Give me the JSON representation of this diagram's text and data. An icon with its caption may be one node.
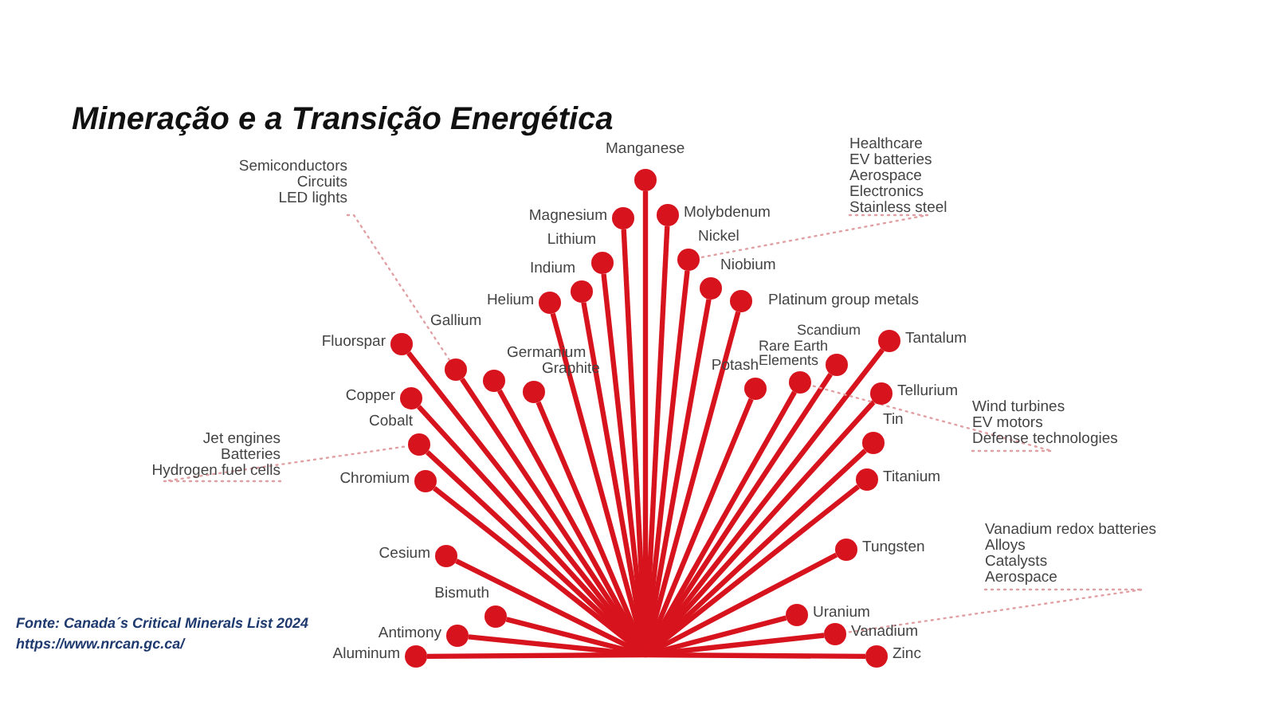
{
  "diagram": {
    "title": "Mineração e a Transição Energética",
    "nodes": [
      {
        "text": [],
        "shape": "circle",
        "beside": [
          "Manganese"
        ]
      },
      {
        "text": [],
        "shape": "circle",
        "beside": [
          "Magnesium"
        ]
      },
      {
        "text": [],
        "shape": "circle",
        "beside": [
          "Molybdenum"
        ]
      },
      {
        "text": [],
        "shape": "circle",
        "beside": [
          "Lithium"
        ]
      },
      {
        "text": [],
        "shape": "circle",
        "beside": [
          "Nickel"
        ]
      },
      {
        "text": [],
        "shape": "circle",
        "beside": [
          "Indium"
        ]
      },
      {
        "text": [],
        "shape": "circle",
        "beside": [
          "Niobium"
        ]
      },
      {
        "text": [],
        "shape": "circle",
        "beside": [
          "Helium"
        ]
      },
      {
        "text": [],
        "shape": "circle",
        "beside": [
          "Platinum group metals"
        ]
      },
      {
        "text": [],
        "shape": "circle",
        "beside": [
          "Fluorspar"
        ]
      },
      {
        "text": [],
        "shape": "circle",
        "beside": [
          "Gallium"
        ]
      },
      {
        "text": [],
        "shape": "circle",
        "beside": [
          "Germanium"
        ]
      },
      {
        "text": [],
        "shape": "circle",
        "beside": [
          "Graphite"
        ]
      },
      {
        "text": [],
        "shape": "circle",
        "beside": [
          "Potash"
        ]
      },
      {
        "text": [],
        "shape": "circle",
        "beside": [
          "Rare Earth Elements"
        ]
      },
      {
        "text": [],
        "shape": "circle",
        "beside": [
          "Scandium"
        ]
      },
      {
        "text": [],
        "shape": "circle",
        "beside": [
          "Tantalum"
        ]
      },
      {
        "text": [],
        "shape": "circle",
        "beside": [
          "Copper"
        ]
      },
      {
        "text": [],
        "shape": "circle",
        "beside": [
          "Tellurium"
        ]
      },
      {
        "text": [],
        "shape": "circle",
        "beside": [
          "Cobalt"
        ]
      },
      {
        "text": [],
        "shape": "circle",
        "beside": [
          "Tin"
        ]
      },
      {
        "text": [],
        "shape": "circle",
        "beside": [
          "Chromium"
        ]
      },
      {
        "text": [],
        "shape": "circle",
        "beside": [
          "Titanium"
        ]
      },
      {
        "text": [],
        "shape": "circle",
        "beside": [
          "Cesium"
        ]
      },
      {
        "text": [],
        "shape": "circle",
        "beside": [
          "Tungsten"
        ]
      },
      {
        "text": [],
        "shape": "circle",
        "beside": [
          "Bismuth"
        ]
      },
      {
        "text": [],
        "shape": "circle",
        "beside": [
          "Uranium"
        ]
      },
      {
        "text": [],
        "shape": "circle",
        "beside": [
          "Antimony"
        ]
      },
      {
        "text": [],
        "shape": "circle",
        "beside": [
          "Vanadium"
        ]
      },
      {
        "text": [],
        "shape": "circle",
        "beside": [
          "Aluminum"
        ]
      },
      {
        "text": [],
        "shape": "circle",
        "beside": [
          "Zinc"
        ]
      },
      {
        "text": [
          "Semiconductors",
          "Circuits",
          "LED lights"
        ]
      },
      {
        "text": [
          "Healthcare",
          "EV batteries",
          "Aerospace",
          "Electronics",
          "Stainless steel"
        ]
      },
      {
        "text": [
          "Jet engines",
          "Batteries",
          "Hydrogen fuel cells"
        ]
      },
      {
        "text": [
          "Wind turbines",
          "EV motors",
          "Defense technologies"
        ]
      },
      {
        "text": [
          "Vanadium redox batteries",
          "Alloys",
          "Catalysts",
          "Aerospace"
        ]
      }
    ],
    "edges": [
      {
        "from": null,
        "to": 0,
        "arrow": "none"
      },
      {
        "from": null,
        "to": 1,
        "arrow": "none"
      },
      {
        "from": null,
        "to": 2,
        "arrow": "none"
      },
      {
        "from": null,
        "to": 3,
        "arrow": "none"
      },
      {
        "from": null,
        "to": 4,
        "arrow": "none"
      },
      {
        "from": null,
        "to": 5,
        "arrow": "none"
      },
      {
        "from": null,
        "to": 6,
        "arrow": "none"
      },
      {
        "from": null,
        "to": 7,
        "arrow": "none"
      },
      {
        "from": null,
        "to": 8,
        "arrow": "none"
      },
      {
        "from": null,
        "to": 9,
        "arrow": "none"
      },
      {
        "from": null,
        "to": 10,
        "arrow": "none"
      },
      {
        "from": null,
        "to": 11,
        "arrow": "none"
      },
      {
        "from": null,
        "to": 12,
        "arrow": "none"
      },
      {
        "from": null,
        "to": 13,
        "arrow": "none"
      },
      {
        "from": null,
        "to": 14,
        "arrow": "none"
      },
      {
        "from": null,
        "to": 15,
        "arrow": "none"
      },
      {
        "from": null,
        "to": 16,
        "arrow": "none"
      },
      {
        "from": null,
        "to": 17,
        "arrow": "none"
      },
      {
        "from": null,
        "to": 18,
        "arrow": "none"
      },
      {
        "from": null,
        "to": 19,
        "arrow": "none"
      },
      {
        "from": null,
        "to": 20,
        "arrow": "none"
      },
      {
        "from": null,
        "to": 21,
        "arrow": "none"
      },
      {
        "from": null,
        "to": 22,
        "arrow": "none"
      },
      {
        "from": null,
        "to": 23,
        "arrow": "none"
      },
      {
        "from": null,
        "to": 24,
        "arrow": "none"
      },
      {
        "from": null,
        "to": 25,
        "arrow": "none"
      },
      {
        "from": null,
        "to": 26,
        "arrow": "none"
      },
      {
        "from": null,
        "to": 27,
        "arrow": "none"
      },
      {
        "from": null,
        "to": 28,
        "arrow": "none"
      },
      {
        "from": null,
        "to": 29,
        "arrow": "none"
      },
      {
        "from": null,
        "to": 30,
        "arrow": "none"
      },
      {
        "from": 31,
        "to": 10,
        "arrow": "none",
        "style": "dashed",
        "color": "#e0a0a4"
      },
      {
        "from": 32,
        "to": 4,
        "arrow": "none",
        "style": "dashed",
        "color": "#e0a0a4"
      },
      {
        "from": 33,
        "to": 19,
        "arrow": "none",
        "style": "dashed",
        "color": "#e0a0a4"
      },
      {
        "from": 34,
        "to": 14,
        "arrow": "none",
        "style": "dashed",
        "color": "#e0a0a4"
      },
      {
        "from": 35,
        "to": 28,
        "arrow": "none",
        "style": "dashed",
        "color": "#e0a0a4"
      }
    ],
    "labels": [
      "Fonte:  Canada´s Critical Minerals List 2024",
      "https://www.nrcan.gc.ca/"
    ]
  }
}
